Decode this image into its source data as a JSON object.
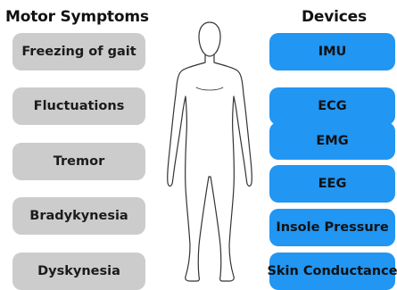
{
  "left_heading": "Motor Symptoms",
  "right_heading": "Devices",
  "symptoms": [
    "Freezing of gait",
    "Fluctuations",
    "Tremor",
    "Bradykynesia",
    "Dyskynesia"
  ],
  "devices": [
    "IMU",
    "ECG",
    "EMG",
    "EEG",
    "Insole Pressure",
    "Skin Conductance"
  ],
  "colors": {
    "symptom_fill": "#cccccc",
    "device_fill": "#2196f3",
    "figure_stroke": "#333333"
  },
  "figure_icon": "human-body-outline-icon"
}
